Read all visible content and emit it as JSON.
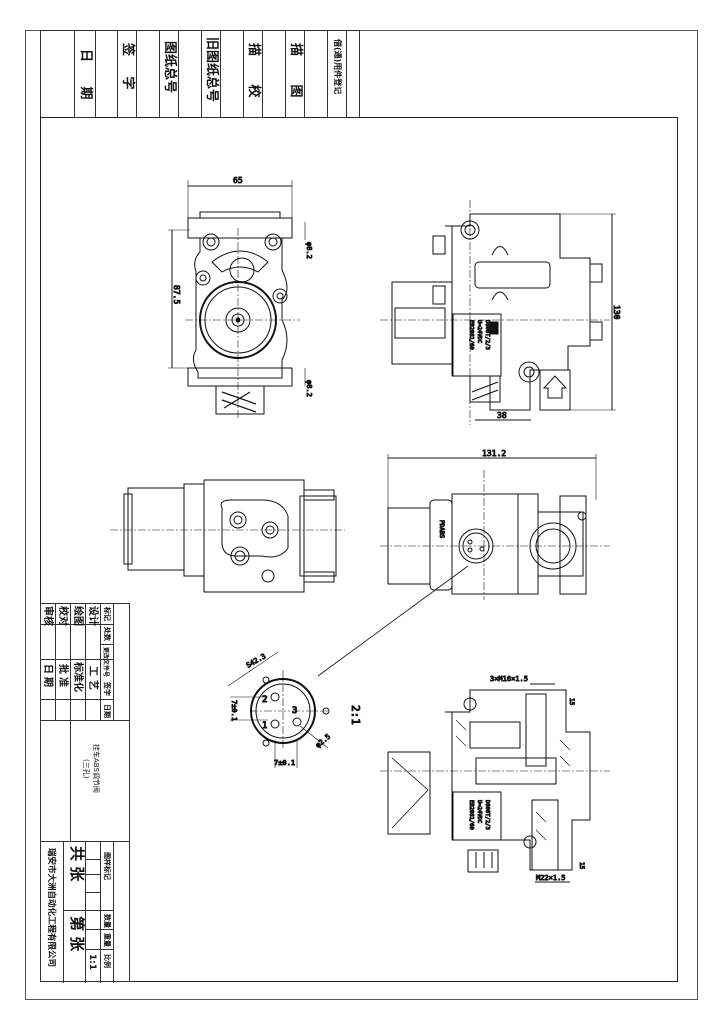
{
  "top_strip": {
    "cells": [
      "日 期",
      "签 字",
      "图纸总号",
      "旧图纸总号",
      "描 校",
      "描 图",
      "借(通)用件登记"
    ]
  },
  "title_block": {
    "revision_headers": [
      "标记",
      "处数",
      "更改文件号",
      "签字",
      "日期"
    ],
    "roles_left": [
      "设计",
      "绘图",
      "校对",
      "审核"
    ],
    "roles_right": [
      "工艺",
      "标准化",
      "批准",
      "日期"
    ],
    "drawing_title": "挂车ABS调节阀",
    "drawing_subtitle": "(三孔)",
    "pattern_mark": "图样标记",
    "quantity": "数量",
    "weight": "重量",
    "scale_label": "比例",
    "scale_value": "1:1",
    "total_sheets": "共   张",
    "sheet_no": "第   张",
    "company": "瑞安市大洲自动化工程有限公司"
  },
  "dimensions": {
    "width_front": "65",
    "height_front": "87.5",
    "hole_top": "φ8.2",
    "hole_bottom": "φ8.2",
    "height_side": "130",
    "offset_side": "38",
    "length_top": "131.2",
    "thread_top": "3×M16×1.5",
    "thread_bottom": "M22×1.5",
    "depth_top": "15",
    "depth_bottom": "15",
    "connector_span": "S42.3",
    "connector_v": "7±0.1",
    "connector_h": "7±0.1",
    "connector_dia": "φ2.5",
    "detail_scale": "2:1"
  },
  "labels": {
    "nameplate": [
      "D800T/2/3",
      "U=24VDC",
      "EB2081/60"
    ],
    "connector_text": "PDABS",
    "pin_labels": [
      "2",
      "1",
      "3"
    ]
  }
}
